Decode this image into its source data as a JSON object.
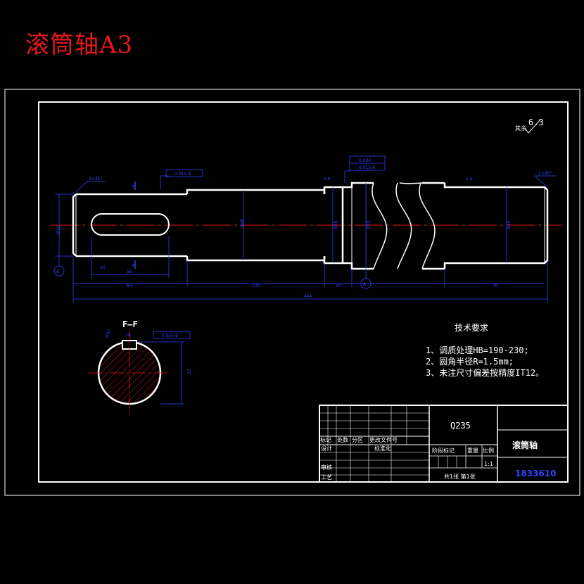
{
  "title": "滚筒轴A3",
  "roughness": {
    "label": "其余",
    "value": "6.3"
  },
  "dimensions": {
    "d_left_end": "Ø32",
    "d_main": "Ø40",
    "d_collar": "Ø48",
    "d_drum": "Ø50",
    "d_right_end": "Ø35",
    "len_1": "84",
    "len_2": "100",
    "len_3": "20",
    "len_4": "70",
    "len_total": "444",
    "key_len": "56",
    "key_width": "16",
    "chamfer_left": "2×45°",
    "chamfer_right": "2×45°",
    "section_depth": "27",
    "section_dia": "Ø32",
    "section_key_w": "10"
  },
  "tolerances": {
    "runout_main": "0.015 A",
    "collar_tol_1": "0.004",
    "collar_tol_2": "0.015 A",
    "key_sym": "0.025 B"
  },
  "roughness_marks": [
    "0.8",
    "1.6"
  ],
  "datums": {
    "a": "A",
    "b": "B"
  },
  "section": {
    "label": "F—F",
    "cut_mark": "F"
  },
  "tech_requirements": {
    "heading": "技术要求",
    "items": [
      "1、调质处理HB=190-230;",
      "2、圆角半径R=1.5mm;",
      "3、未注尺寸偏差按精度IT12。"
    ]
  },
  "title_block": {
    "material": "Q235",
    "part_name": "滚筒轴",
    "drawing_no": "1833610",
    "scale": "1:1",
    "sheets": "共1张  第1张",
    "row_mark": "标记",
    "row_count": "处数",
    "row_zone": "分区",
    "row_doc": "更改文件号",
    "design": "设计",
    "standardize": "标准化",
    "stage_mark": "阶段标记",
    "weight": "重量",
    "ratio": "比例",
    "check": "审核",
    "process": "工艺"
  },
  "colors": {
    "background": "#000000",
    "outline": "#ffffff",
    "dimension": "#2f43ff",
    "centerline": "#e8161b",
    "title": "#e8161b",
    "drawing_no": "#2f43ff"
  }
}
